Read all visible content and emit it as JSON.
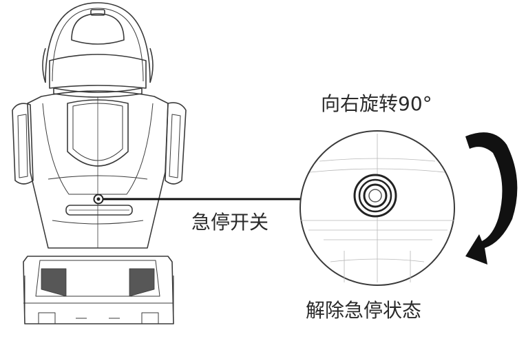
{
  "labels": {
    "rotate_instruction": "向右旋转90°",
    "emergency_stop_switch": "急停开关",
    "release_state": "解除急停状态"
  },
  "colors": {
    "line": "#3a3a3a",
    "arrow": "#111111",
    "background": "#ffffff"
  },
  "icons": {
    "rotation": "clockwise-arrow-icon"
  }
}
